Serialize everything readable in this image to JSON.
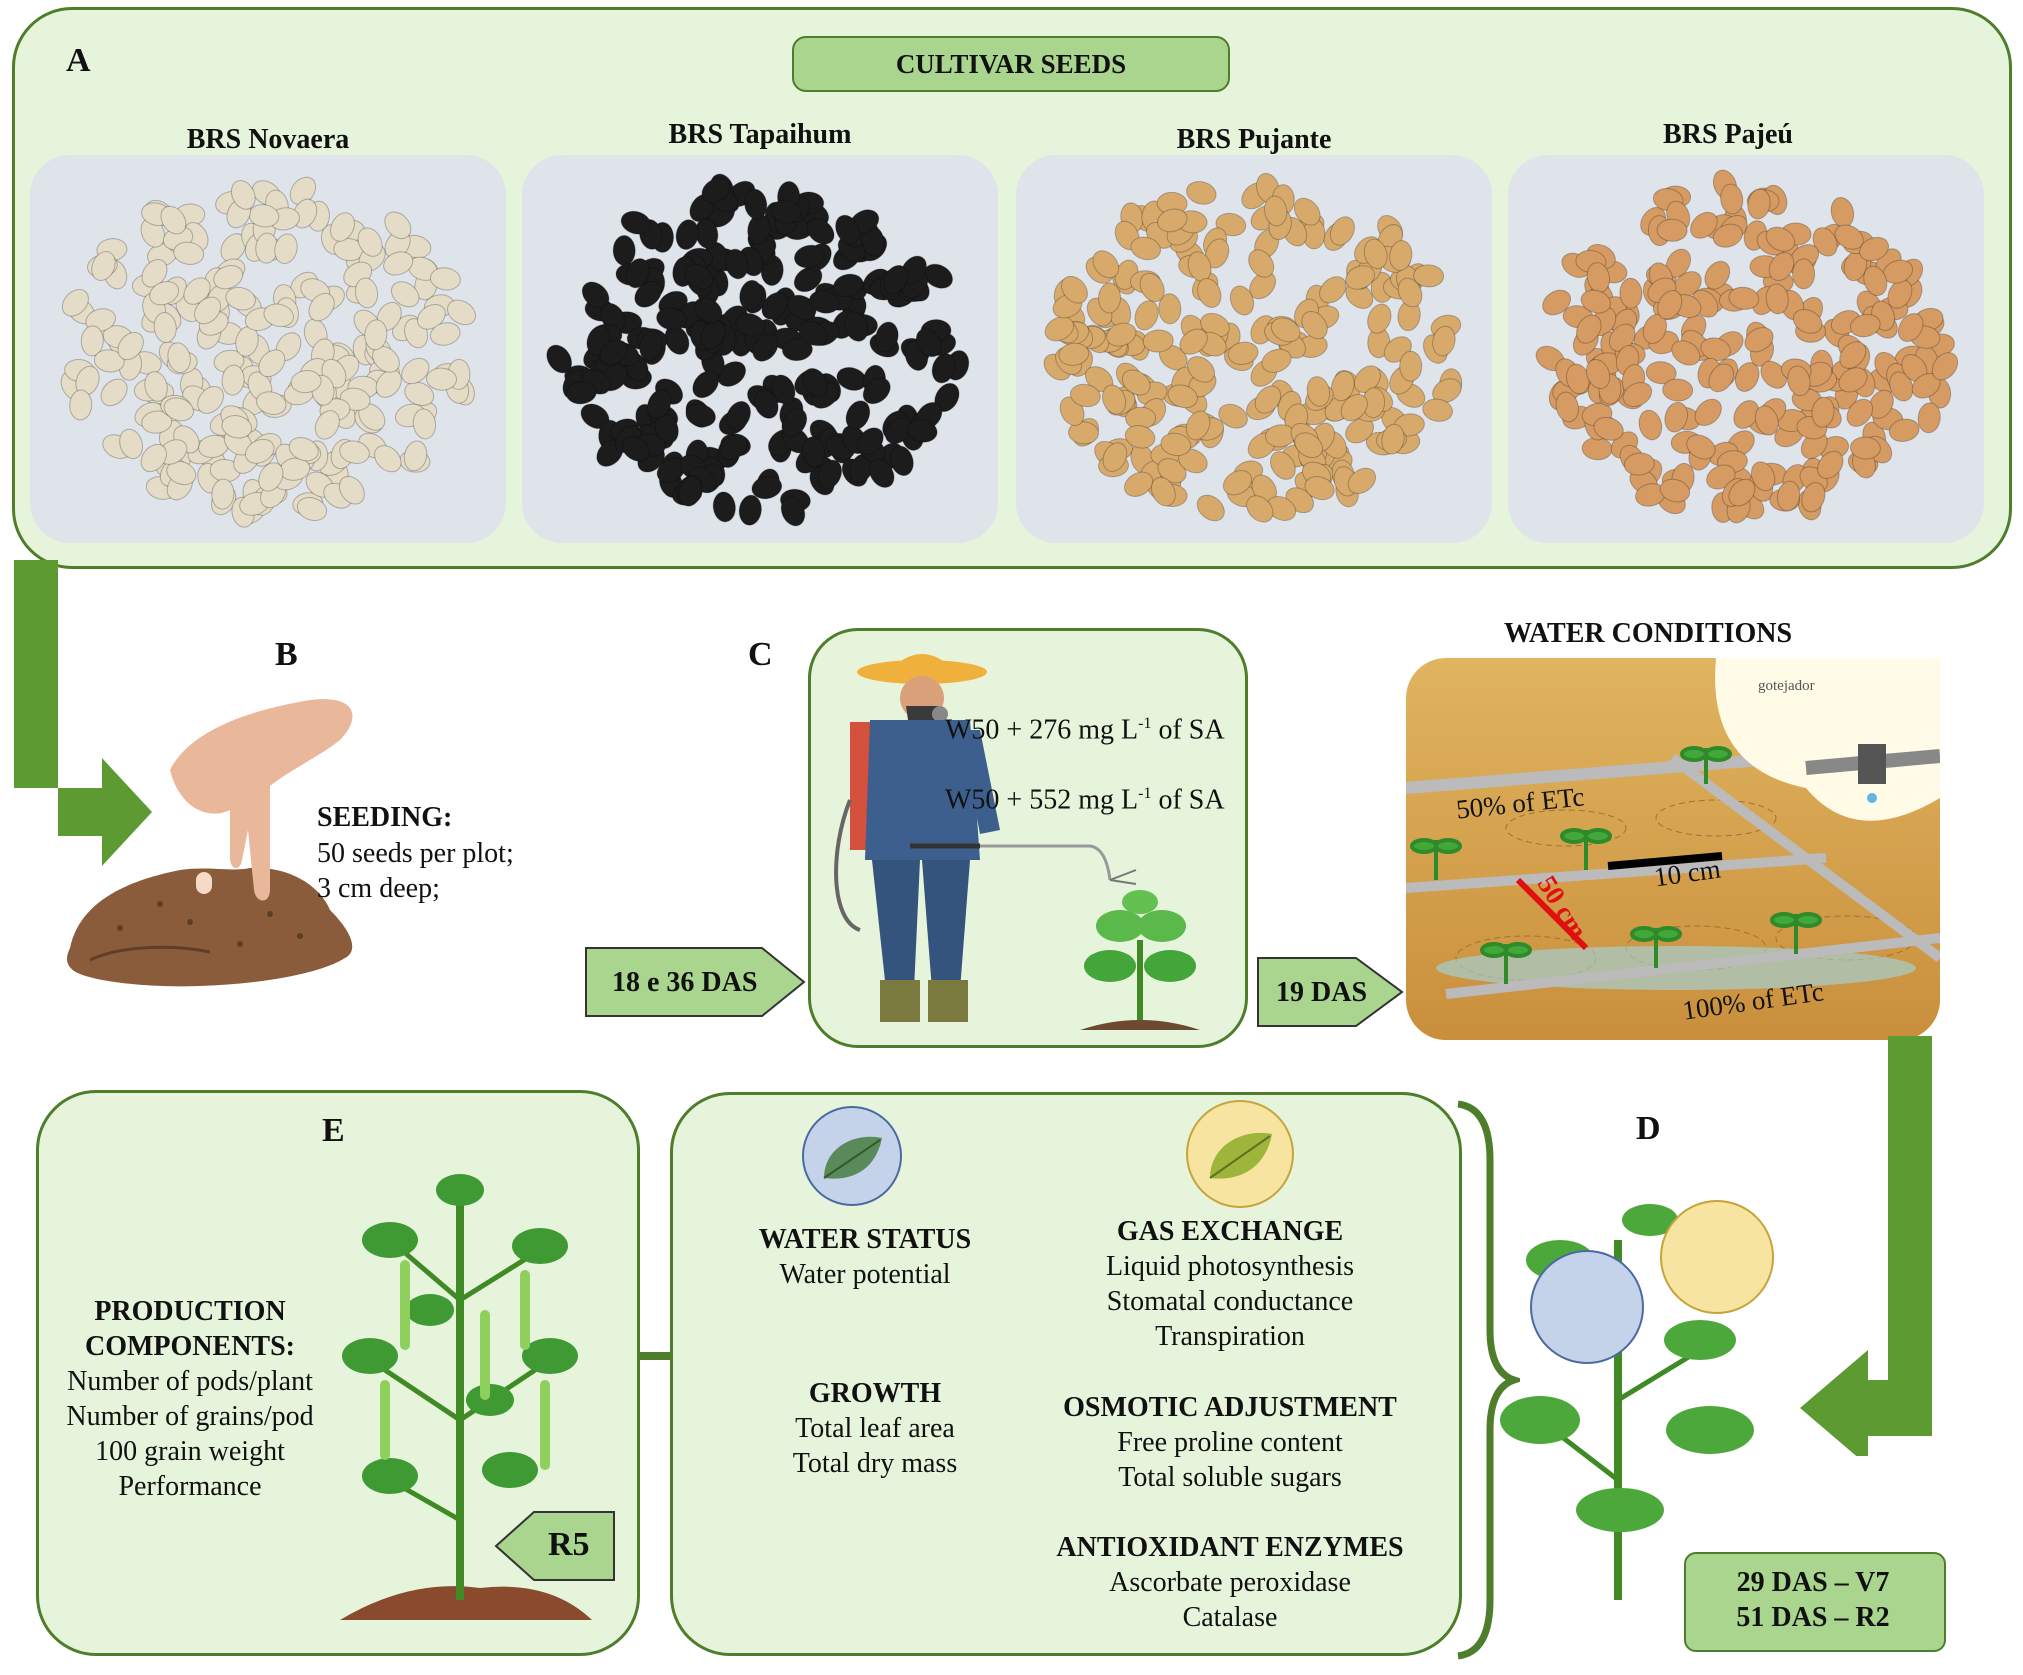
{
  "panel_a": {
    "letter": "A",
    "title": "CULTIVAR SEEDS",
    "cultivars": [
      {
        "name": "BRS Novaera",
        "seed_color": "#e4dcc6"
      },
      {
        "name": "BRS Tapaihum",
        "seed_color": "#1c1c1c"
      },
      {
        "name": "BRS Pujante",
        "seed_color": "#d7aa6c"
      },
      {
        "name": "BRS Pajeú",
        "seed_color": "#d59b63"
      }
    ]
  },
  "panel_b": {
    "letter": "B",
    "seeding_title": "SEEDING:",
    "line1": "50 seeds per plot;",
    "line2": "3 cm deep;"
  },
  "panel_c": {
    "letter": "C",
    "tag": "18 e 36 DAS",
    "treatment1_prefix": "W50 + 276 mg L",
    "treatment1_sup": "-1",
    "treatment1_suffix": " of SA",
    "treatment2_prefix": "W50 + 552 mg L",
    "treatment2_sup": "-1",
    "treatment2_suffix": " of SA"
  },
  "water": {
    "title": "WATER CONDITIONS",
    "tag": "19 DAS",
    "label_50": "50% of ETc",
    "label_100": "100% of ETc",
    "label_10cm": "10 cm",
    "label_50cm": "50 cm",
    "dripper": "gotejador"
  },
  "panel_d": {
    "letter": "D",
    "stage1": "29 DAS – V7",
    "stage2": "51 DAS – R2"
  },
  "analyses": {
    "water_status": {
      "title": "WATER STATUS",
      "items": [
        "Water potential"
      ]
    },
    "gas_exchange": {
      "title": "GAS EXCHANGE",
      "items": [
        "Liquid photosynthesis",
        "Stomatal conductance",
        "Transpiration"
      ]
    },
    "growth": {
      "title": "GROWTH",
      "items": [
        "Total leaf area",
        "Total dry mass"
      ]
    },
    "osmotic": {
      "title": "OSMOTIC ADJUSTMENT",
      "items": [
        "Free proline content",
        "Total soluble sugars"
      ]
    },
    "antioxidant": {
      "title": "ANTIOXIDANT ENZYMES",
      "items": [
        "Ascorbate peroxidase",
        "Catalase"
      ]
    }
  },
  "panel_e": {
    "letter": "E",
    "title1": "PRODUCTION",
    "title2": "COMPONENTS:",
    "items": [
      "Number of pods/plant",
      "Number of grains/pod",
      "100 grain weight",
      "Performance"
    ],
    "tag": "R5"
  },
  "colors": {
    "panel_fill": "#e6f4dc",
    "panel_border": "#4e7d2b",
    "arrow_green": "#5d9a32",
    "tag_fill": "#a9d58e",
    "blue_circle": "#c4d3ea",
    "yellow_circle": "#f7e4a0"
  }
}
